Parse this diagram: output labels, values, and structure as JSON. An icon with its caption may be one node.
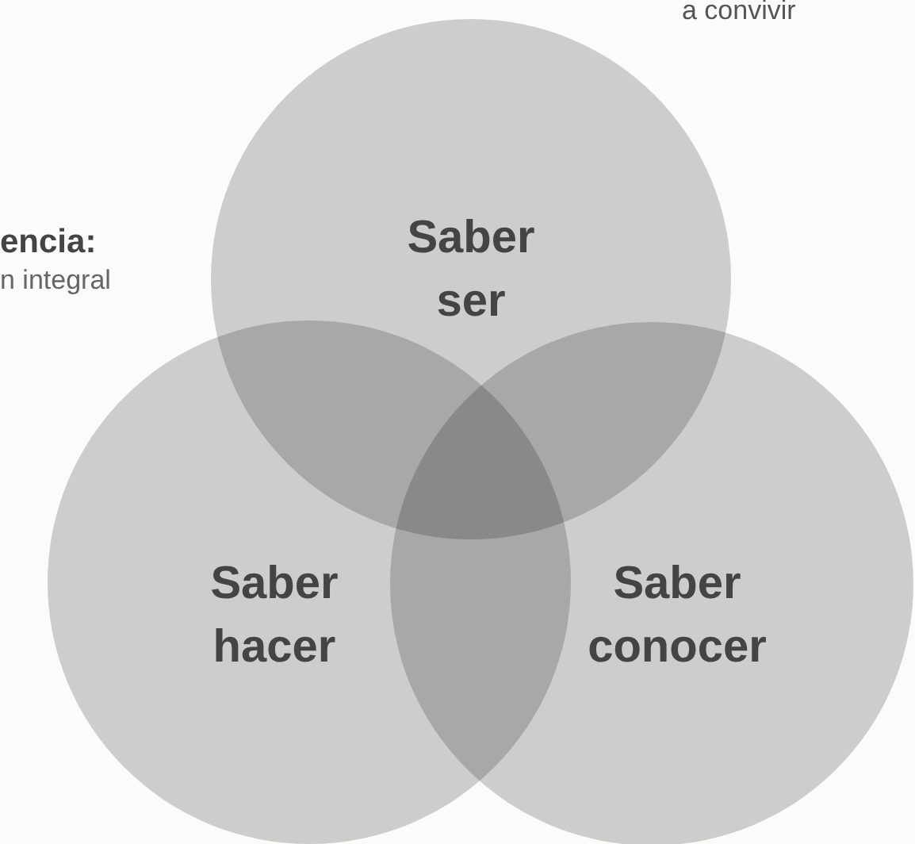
{
  "diagram": {
    "nodes": [
      {
        "text": [
          "Saber ser"
        ]
      },
      {
        "text": [
          "Saber hacer"
        ]
      },
      {
        "text": [
          "Saber conocer"
        ]
      }
    ],
    "labels": [
      "a convivir",
      "encia:",
      "n integral"
    ]
  }
}
